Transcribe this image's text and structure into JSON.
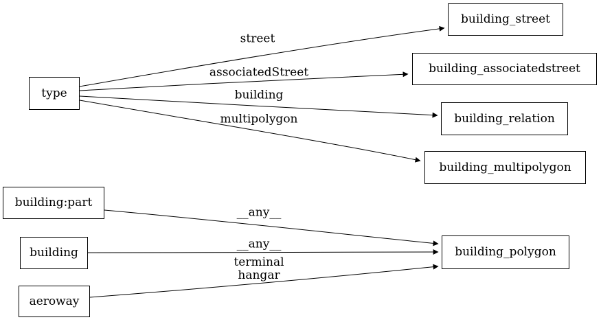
{
  "diagram": {
    "type": "directed-graph",
    "colors": {
      "bg": "#ffffff",
      "stroke": "#000000",
      "text": "#000000",
      "node_fill": "#ffffff"
    },
    "nodes": [
      {
        "id": "type",
        "label": "type"
      },
      {
        "id": "building_street",
        "label": "building_street"
      },
      {
        "id": "building_associatedstreet",
        "label": "building_associatedstreet"
      },
      {
        "id": "building_relation",
        "label": "building_relation"
      },
      {
        "id": "building_multipolygon",
        "label": "building_multipolygon"
      },
      {
        "id": "building:part",
        "label": "building:part"
      },
      {
        "id": "building",
        "label": "building"
      },
      {
        "id": "aeroway",
        "label": "aeroway"
      },
      {
        "id": "building_polygon",
        "label": "building_polygon"
      }
    ],
    "edges": [
      {
        "from": "type",
        "to": "building_street",
        "label": "street"
      },
      {
        "from": "type",
        "to": "building_associatedstreet",
        "label": "associatedStreet"
      },
      {
        "from": "type",
        "to": "building_relation",
        "label": "building"
      },
      {
        "from": "type",
        "to": "building_multipolygon",
        "label": "multipolygon"
      },
      {
        "from": "building:part",
        "to": "building_polygon",
        "label": "__any__"
      },
      {
        "from": "building",
        "to": "building_polygon",
        "label": "__any__"
      },
      {
        "from": "aeroway",
        "to": "building_polygon",
        "label": "terminal",
        "label_line2": "hangar"
      }
    ]
  }
}
